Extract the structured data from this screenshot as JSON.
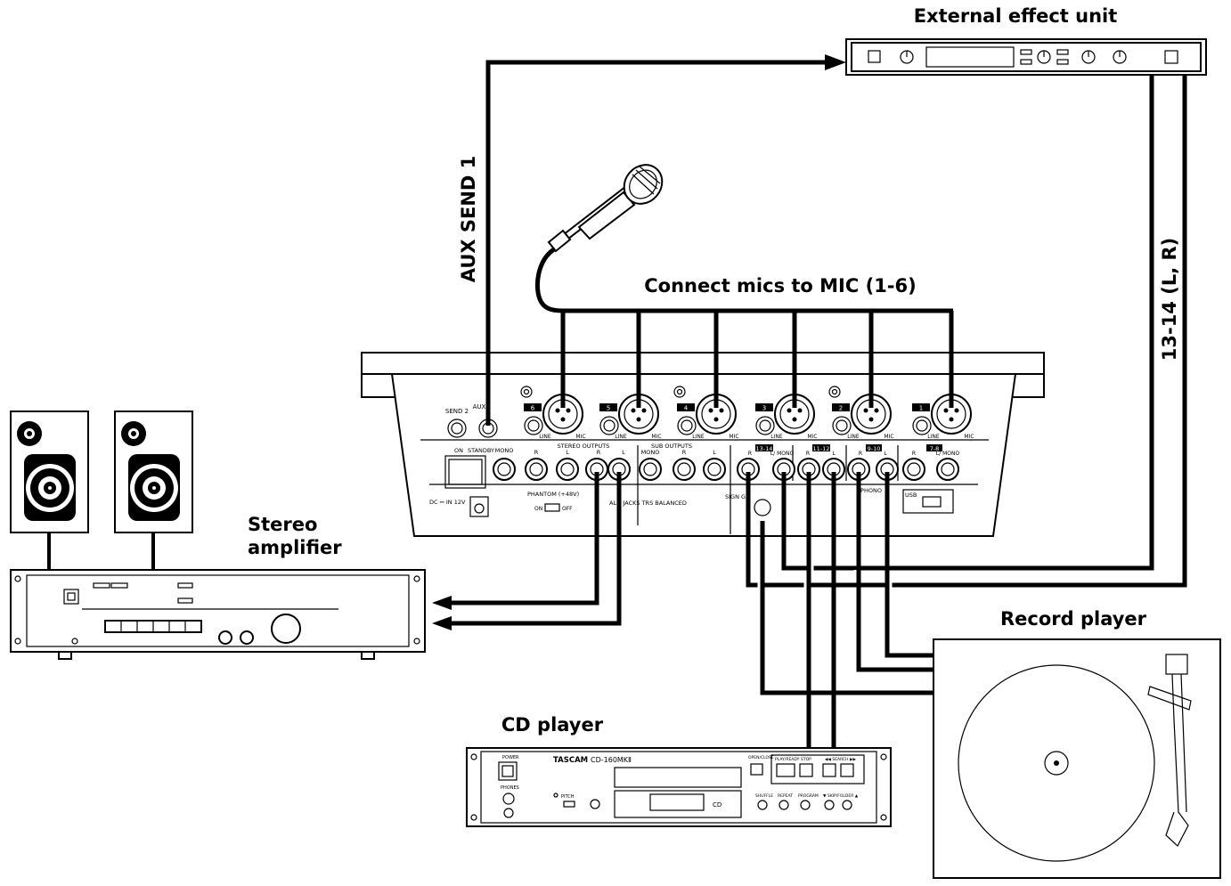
{
  "labels": {
    "external_effect_unit": "External effect unit",
    "aux_send": "AUX SEND 1",
    "connect_mics": "Connect mics to MIC (1-6)",
    "return_channels": "13-14 (L, R)",
    "stereo_amplifier_line1": "Stereo",
    "stereo_amplifier_line2": "amplifier",
    "record_player": "Record player",
    "cd_player": "CD player"
  },
  "mixer": {
    "send2": "SEND 2",
    "aux": "AUX",
    "channels": [
      {
        "num": "6",
        "line": "LINE",
        "mic": "MIC"
      },
      {
        "num": "5",
        "line": "LINE",
        "mic": "MIC"
      },
      {
        "num": "4",
        "line": "LINE",
        "mic": "MIC"
      },
      {
        "num": "3",
        "line": "LINE",
        "mic": "MIC"
      },
      {
        "num": "2",
        "line": "LINE",
        "mic": "MIC"
      },
      {
        "num": "1",
        "line": "LINE",
        "mic": "MIC"
      }
    ],
    "power_on": "ON",
    "power_standby": "STANDBY",
    "mono": "MONO",
    "r": "R",
    "l": "L",
    "stereo_outputs": "STEREO OUTPUTS",
    "sub_outputs": "SUB OUTPUTS",
    "mono2": "MONO",
    "ch_13_14": "13-14",
    "ch_11_12": "11-12",
    "ch_9_10": "9-10",
    "ch_7_8": "7-8",
    "l_mono": "L/ MONO",
    "dc_in": "DC ⎓ IN 12V",
    "phantom": "PHANTOM (+48V)",
    "phantom_on": "ON",
    "phantom_off": "OFF",
    "jacks_trs": "AL   * JACKS TRS BALANCED",
    "signal_gnd": "SIGN  GN",
    "phono": "PHONO",
    "usb": "USB"
  },
  "cd": {
    "brand": "TASCAM",
    "model": "CD-160MKⅡ",
    "power": "POWER",
    "open_close": "OPEN/CLOSE",
    "play_ready": "PLAY/READY",
    "stop": "STOP",
    "search": "◀◀ SEARCH ▶▶",
    "shuffle": "SHUFFLE",
    "repeat": "REPEAT",
    "program": "PROGRAM",
    "skip_folder": "▼ SKIP/FOLDER ▲",
    "phones": "PHONES",
    "pitch": "PITCH"
  }
}
